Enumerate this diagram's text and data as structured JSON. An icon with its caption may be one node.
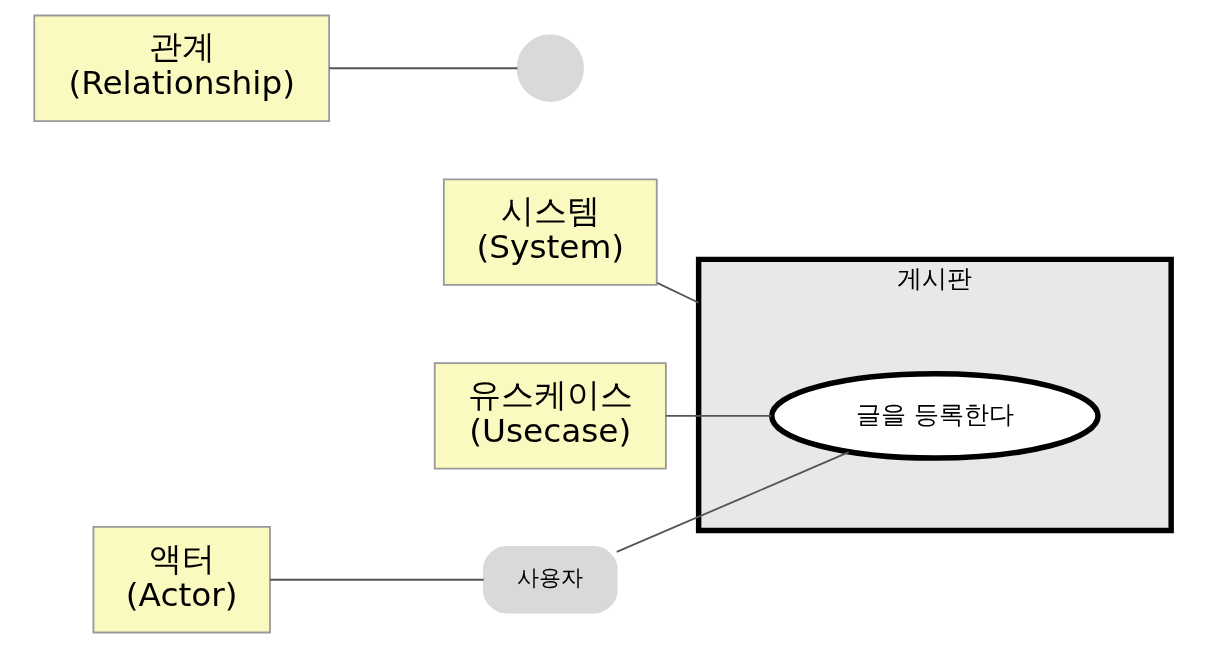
{
  "diagram": {
    "nodes": [
      {
        "text": [
          "사용자"
        ]
      },
      {
        "text": [
          "게시판"
        ]
      },
      {
        "text": [
          "글을 등록한다"
        ],
        "in": 1
      },
      {
        "text": [
          "시스템",
          "(System)"
        ]
      },
      {
        "text": [
          "액터",
          "(Actor)"
        ]
      },
      {
        "text": [
          "관계",
          "(Relationship)"
        ]
      },
      {
        "text": [
          "유스케이스",
          "(Usecase)"
        ]
      },
      {
        "text": [],
        "shape": "circle"
      }
    ],
    "edges": [
      {
        "from": 0,
        "to": 2,
        "arrow": "none"
      },
      {
        "from": 3,
        "to": 1,
        "arrow": "none"
      },
      {
        "from": 4,
        "to": 0,
        "arrow": "none"
      },
      {
        "from": 5,
        "to": 7,
        "arrow": "none"
      },
      {
        "from": 6,
        "to": 2,
        "arrow": "none"
      }
    ]
  }
}
